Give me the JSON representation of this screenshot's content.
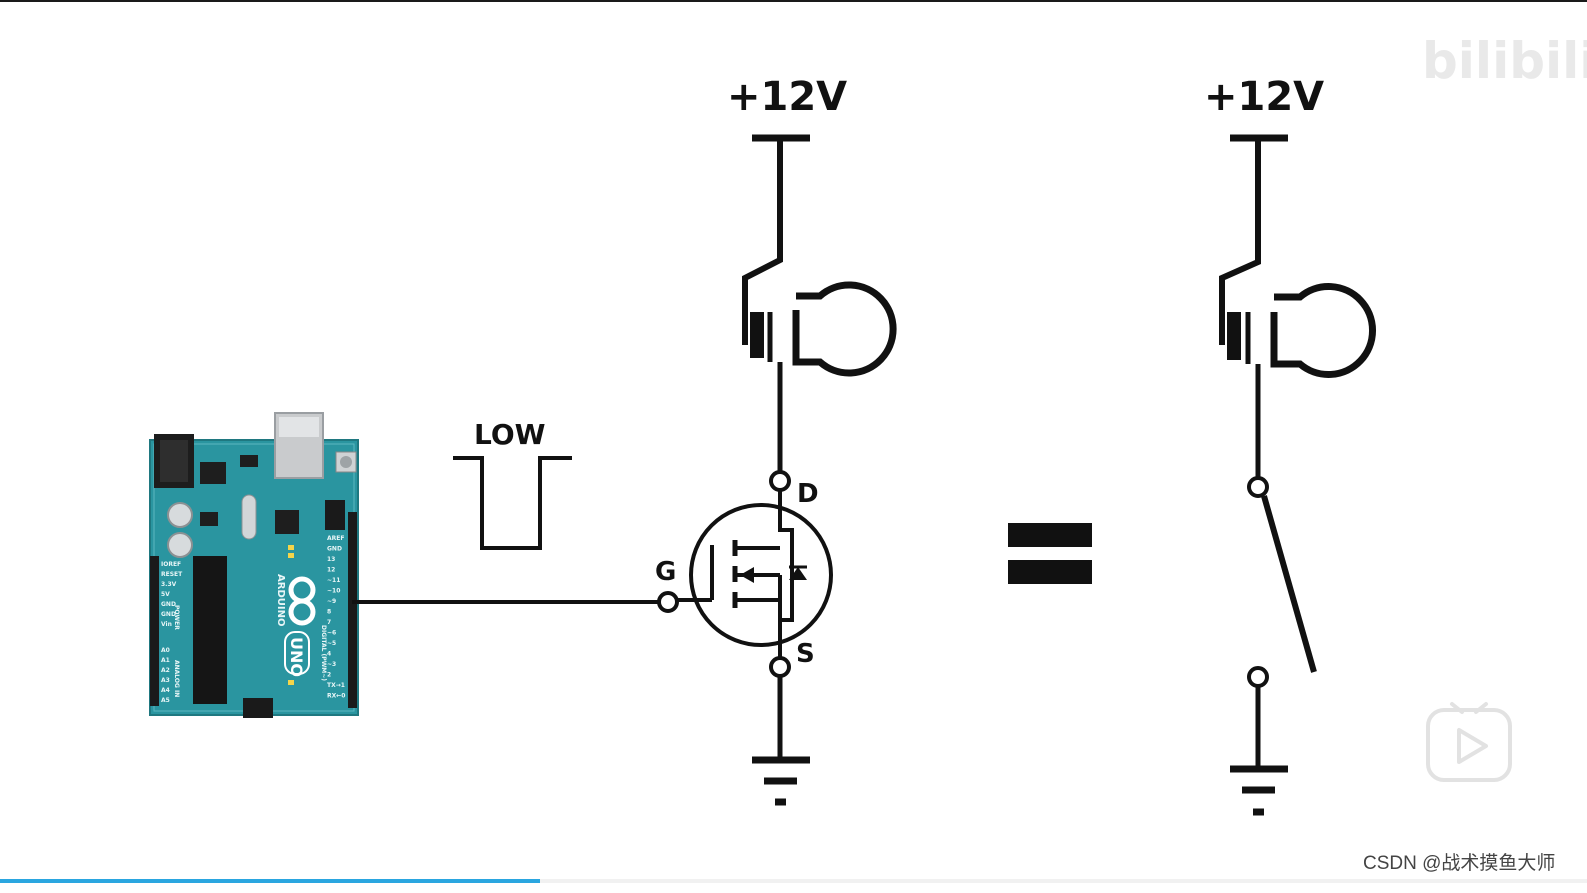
{
  "diagram": {
    "supply_left": "+12V",
    "supply_right": "+12V",
    "signal_label": "LOW",
    "pin_drain": "D",
    "pin_gate": "G",
    "pin_source": "S",
    "equals_symbol": "="
  },
  "arduino": {
    "brand": "ARDUINO",
    "model": "UNO",
    "digital_label": "DIGITAL (PWM~)",
    "analog_label": "ANALOG IN",
    "power_label": "POWER",
    "pins_left": [
      "IOREF",
      "RESET",
      "3.3V",
      "5V",
      "GND",
      "GND",
      "Vin"
    ],
    "analog_pins": [
      "A0",
      "A1",
      "A2",
      "A3",
      "A4",
      "A5"
    ],
    "digital_pins": [
      "AREF",
      "GND",
      "13",
      "12",
      "~11",
      "~10",
      "~9",
      "8",
      "7",
      "~6",
      "~5",
      "4",
      "~3",
      "2",
      "TX→1",
      "RX←0"
    ]
  },
  "watermark": {
    "platform_logo": "bilibili",
    "credit": "CSDN @战术摸鱼大师"
  },
  "player": {
    "play_icon": "play-icon",
    "progress": 0.34
  },
  "colors": {
    "board": "#2a95a0",
    "board_dark": "#1f7880",
    "wire": "#111111",
    "progress": "#2aa6e0"
  }
}
